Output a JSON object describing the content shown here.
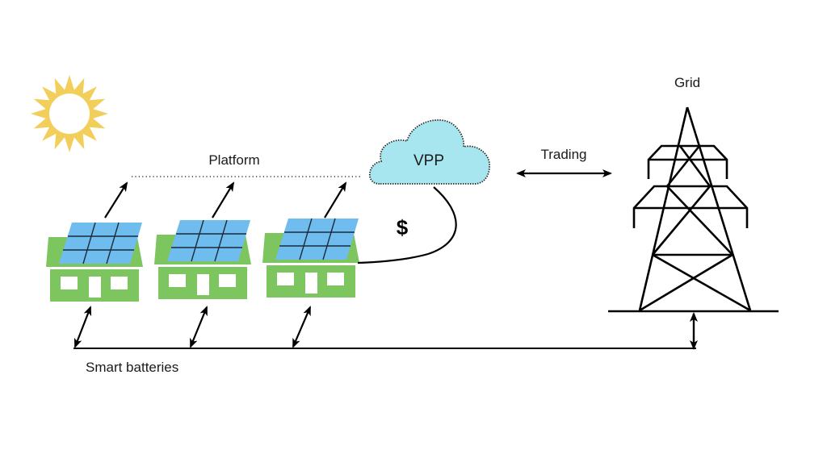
{
  "labels": {
    "platform": "Platform",
    "vpp": "VPP",
    "trading": "Trading",
    "grid": "Grid",
    "smart_batteries": "Smart batteries",
    "money": "$"
  },
  "colors": {
    "sun": "#f2cf5b",
    "house": "#7cc55f",
    "solar_panel": "#6fbdef",
    "cloud": "#a7e6ef",
    "line": "#000000"
  },
  "houses": [
    {
      "name": "house-1"
    },
    {
      "name": "house-2"
    },
    {
      "name": "house-3"
    }
  ]
}
